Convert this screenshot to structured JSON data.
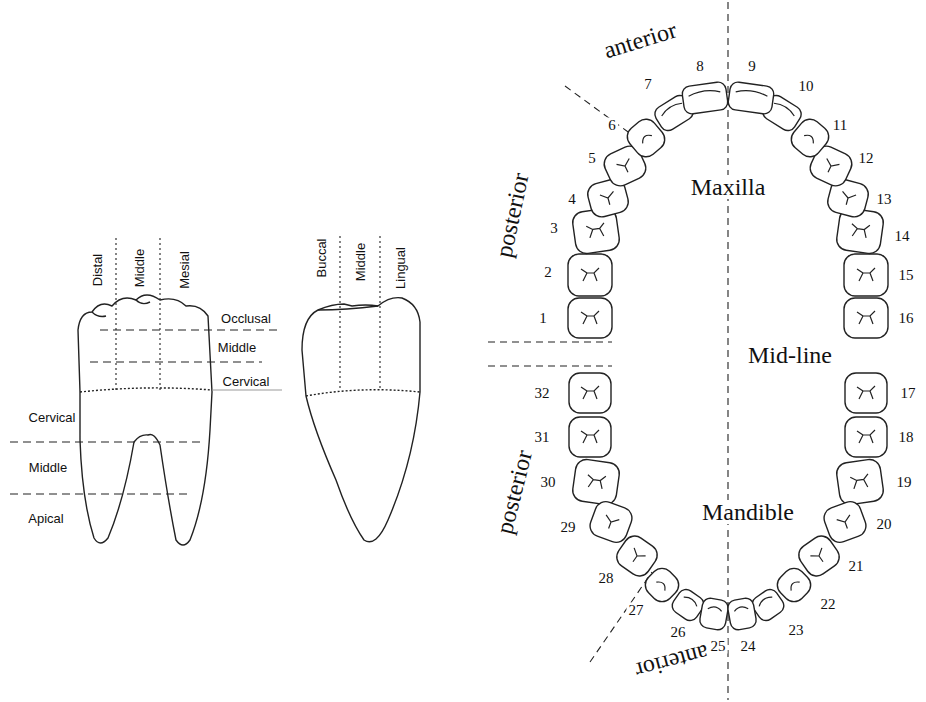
{
  "diagram": {
    "labels": [
      "Distal",
      "Middle",
      "Mesial",
      "Occlusal",
      "Middle",
      "Cervical",
      "Cervical",
      "Middle",
      "Apical",
      "Buccal",
      "Middle",
      "Lingual",
      "anterior",
      "posterior",
      "Maxilla",
      "Mid-line",
      "Mandible",
      "posterior",
      "anterior",
      "1",
      "2",
      "3",
      "4",
      "5",
      "6",
      "7",
      "8",
      "9",
      "10",
      "11",
      "12",
      "13",
      "14",
      "15",
      "16",
      "17",
      "18",
      "19",
      "20",
      "21",
      "22",
      "23",
      "24",
      "25",
      "26",
      "27",
      "28",
      "29",
      "30",
      "31",
      "32"
    ]
  }
}
